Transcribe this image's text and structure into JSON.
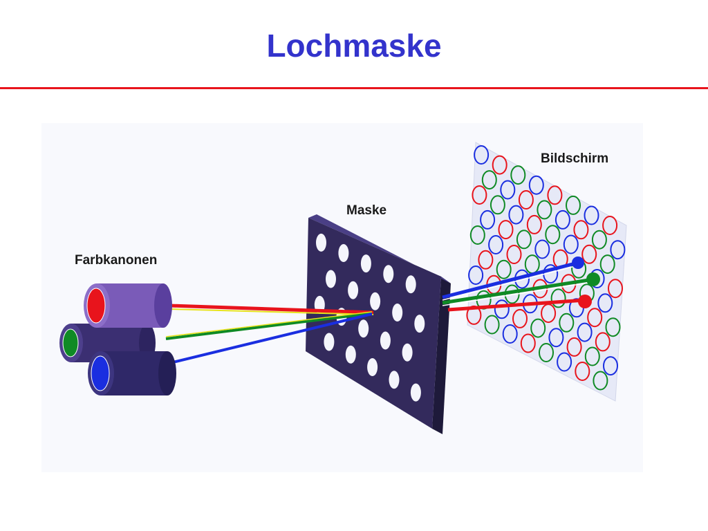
{
  "slide": {
    "title": "Lochmaske"
  },
  "diagram": {
    "labels": {
      "guns": "Farbkanonen",
      "mask": "Maske",
      "screen": "Bildschirm"
    },
    "colors": {
      "title": "#3333cc",
      "rule": "#e8141c",
      "red": "#e8141c",
      "green": "#0f8a25",
      "blue": "#1a2ee0",
      "gun_body": "#5a3f9e",
      "mask": "#332a5c"
    }
  }
}
